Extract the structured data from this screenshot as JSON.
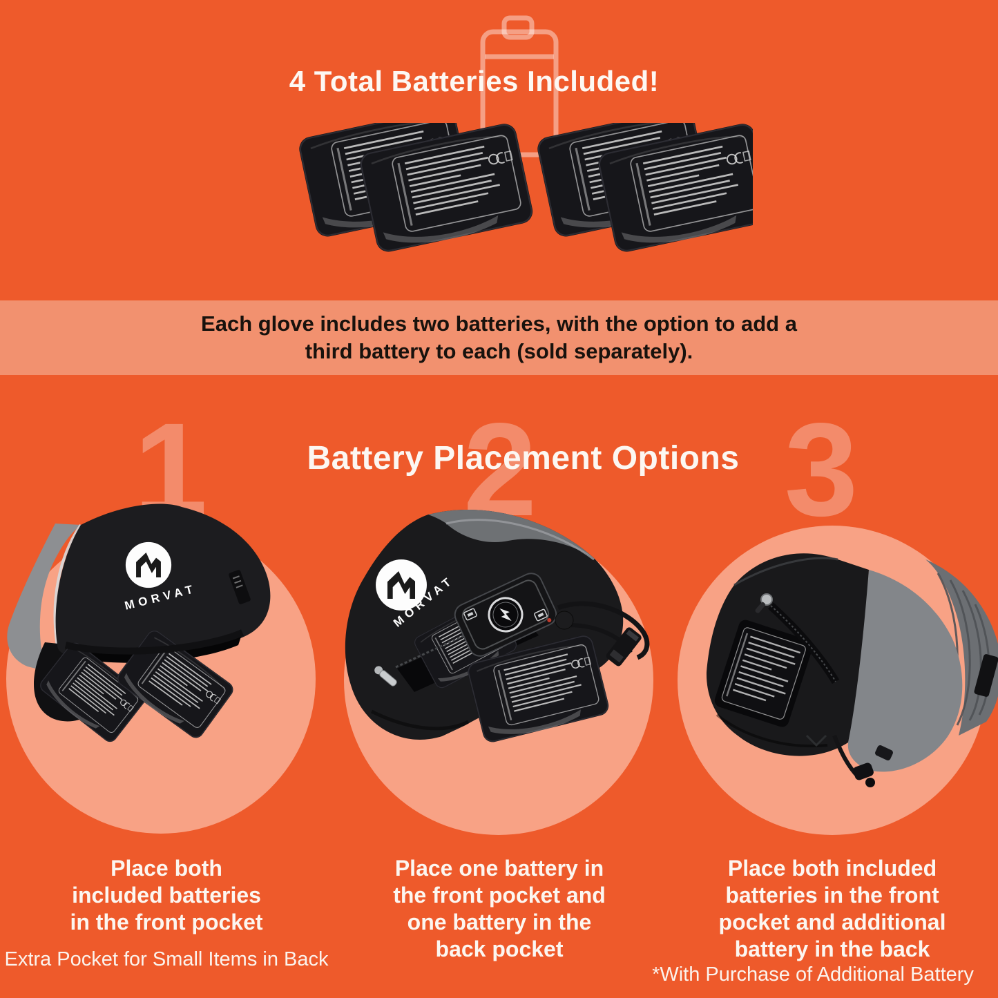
{
  "theme": {
    "background": "#EE5A2B",
    "band_background": "#F2916F",
    "circle_background": "#F8A285",
    "light_text": "#FDF8F3",
    "dark_text": "#18120D",
    "watermark_number": "rgba(255,255,255,0.30)",
    "battery_black": "#16161A"
  },
  "header": {
    "headline": "4 Total Batteries Included!",
    "icon": "battery-outline-icon",
    "battery_count_shown": 4
  },
  "info_band": {
    "line1": "Each glove includes two batteries, with the option to add a",
    "line2": "third battery to each (sold separately)."
  },
  "placement": {
    "title": "Battery Placement Options",
    "options": [
      {
        "number": "1",
        "image": "glove-front-with-two-batteries-in-front-pocket",
        "caption_lines": [
          "Place both",
          "included batteries",
          "in the front pocket"
        ],
        "footnote": "Extra Pocket for Small Items in Back"
      },
      {
        "number": "2",
        "image": "glove-with-battery-in-front-pocket-controller-and-loose-battery",
        "caption_lines": [
          "Place one battery in",
          "the front pocket and",
          "one battery in the",
          "back pocket"
        ],
        "footnote": ""
      },
      {
        "number": "3",
        "image": "glove-back-with-battery-in-back-pocket",
        "caption_lines": [
          "Place both included",
          "batteries in the front",
          "pocket and additional",
          "battery in the back"
        ],
        "footnote": "*With Purchase of  Additional Battery"
      }
    ]
  },
  "brand": {
    "logo_text": "MORVAT"
  }
}
